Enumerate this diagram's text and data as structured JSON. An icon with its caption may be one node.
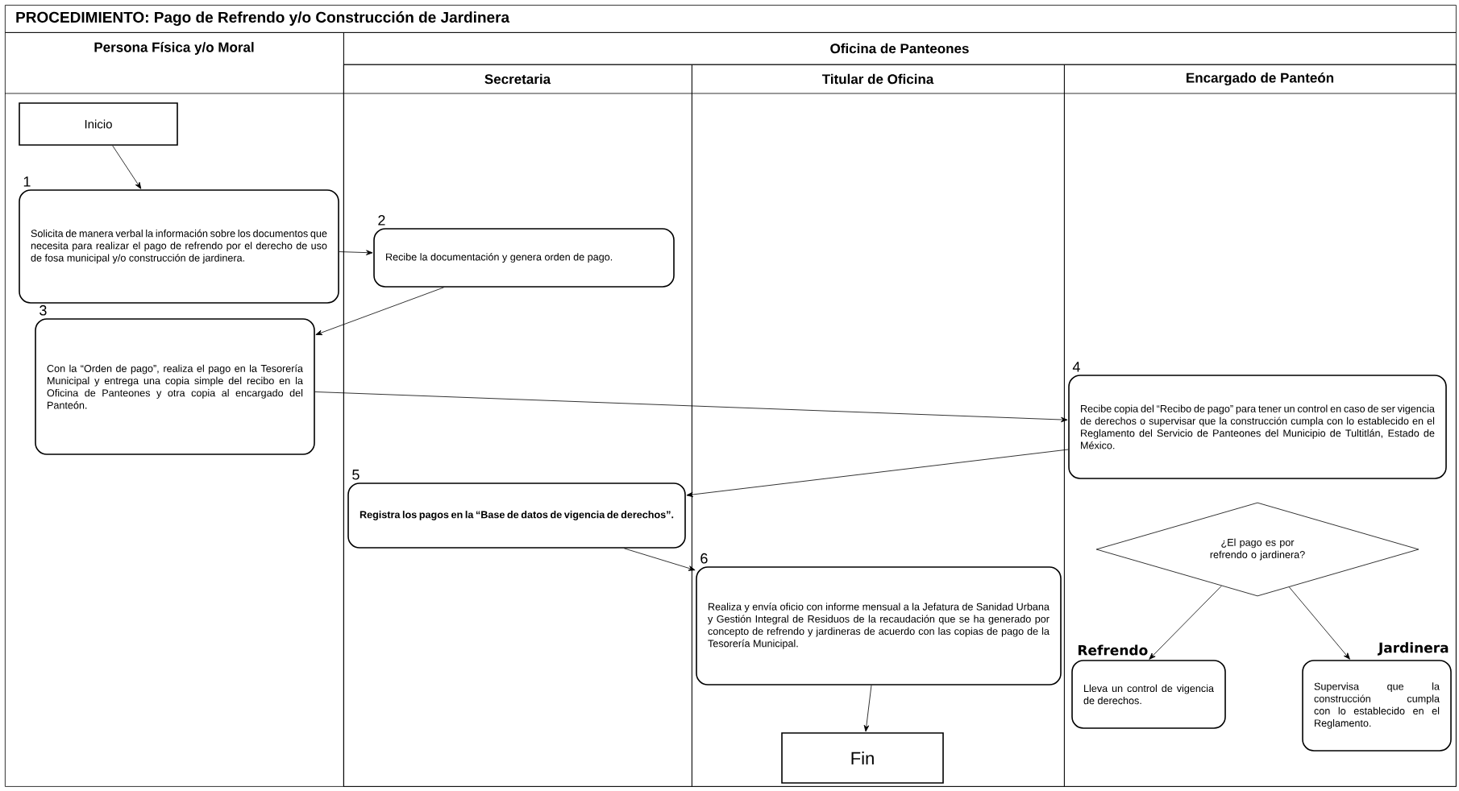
{
  "diagram": {
    "title": "PROCEDIMIENTO: Pago de Refrendo y/o Construcción de Jardinera",
    "nodes": [
      {
        "text": [
          "Persona Física y/o Moral"
        ]
      },
      {
        "text": [
          "Oficina de Panteones"
        ]
      },
      {
        "text": [
          "Secretaria"
        ],
        "in": 1
      },
      {
        "text": [
          "Titular de Oficina"
        ],
        "in": 1
      },
      {
        "text": [
          "Encargado de Panteón"
        ],
        "in": 1
      },
      {
        "text": [
          "Inicio"
        ],
        "in": 0
      },
      {
        "text": [
          "Solicita de manera verbal la información sobre los documentos que necesita para realizar el pago de refrendo por el derecho de uso de fosa municipal y/o construcción de jardinera."
        ],
        "beside": [
          "1"
        ],
        "in": 0
      },
      {
        "text": [
          "Recibe la documentación y genera orden de pago."
        ],
        "beside": [
          "2"
        ],
        "in": 2
      },
      {
        "text": [
          "Con la “Orden de pago”, realiza el pago en la Tesorería Municipal y entrega una copia simple del recibo en la Oficina de Panteones y otra copia al encargado del Panteón."
        ],
        "beside": [
          "3"
        ],
        "in": 0
      },
      {
        "text": [
          "Recibe copia del “Recibo de pago” para tener un control en caso de ser vigencia de derechos o supervisar que la construcción cumpla con lo establecido en el Reglamento del Servicio de Panteones del Municipio de Tultitlán, Estado de México."
        ],
        "beside": [
          "4"
        ],
        "in": 4
      },
      {
        "text": [
          "Registra los pagos en la “Base de datos de vigencia de derechos”."
        ],
        "beside": [
          "5"
        ],
        "in": 2
      },
      {
        "text": [
          "Realiza y envía oficio con informe mensual a la Jefatura de Sanidad Urbana y Gestión Integral de Residuos de la recaudación que se ha generado por concepto de refrendo y jardineras de acuerdo con las copias de pago de la Tesorería Municipal."
        ],
        "beside": [
          "6"
        ],
        "in": 3
      },
      {
        "text": [
          "Fin"
        ],
        "in": 3
      },
      {
        "text": [
          "¿El pago es por refrendo o jardinera?"
        ],
        "in": 4
      },
      {
        "text": [
          "Refrendo",
          "Lleva un control de vigencia de derechos."
        ],
        "in": 4
      },
      {
        "text": [
          "Jardinera",
          "Supervisa que la construcción cumpla con lo establecido en el Reglamento."
        ],
        "in": 4
      }
    ],
    "edges": [
      {
        "from": 5,
        "to": 6,
        "arrow": "to"
      },
      {
        "from": 6,
        "to": 7,
        "arrow": "to"
      },
      {
        "from": 7,
        "to": 8,
        "arrow": "to"
      },
      {
        "from": 8,
        "to": 9,
        "arrow": "to"
      },
      {
        "from": 9,
        "to": 10,
        "arrow": "to"
      },
      {
        "from": 10,
        "to": 11,
        "arrow": "to"
      },
      {
        "from": 11,
        "to": 12,
        "arrow": "to"
      },
      {
        "from": 13,
        "to": 14,
        "arrow": "to"
      },
      {
        "from": 13,
        "to": 15,
        "arrow": "to"
      }
    ]
  }
}
